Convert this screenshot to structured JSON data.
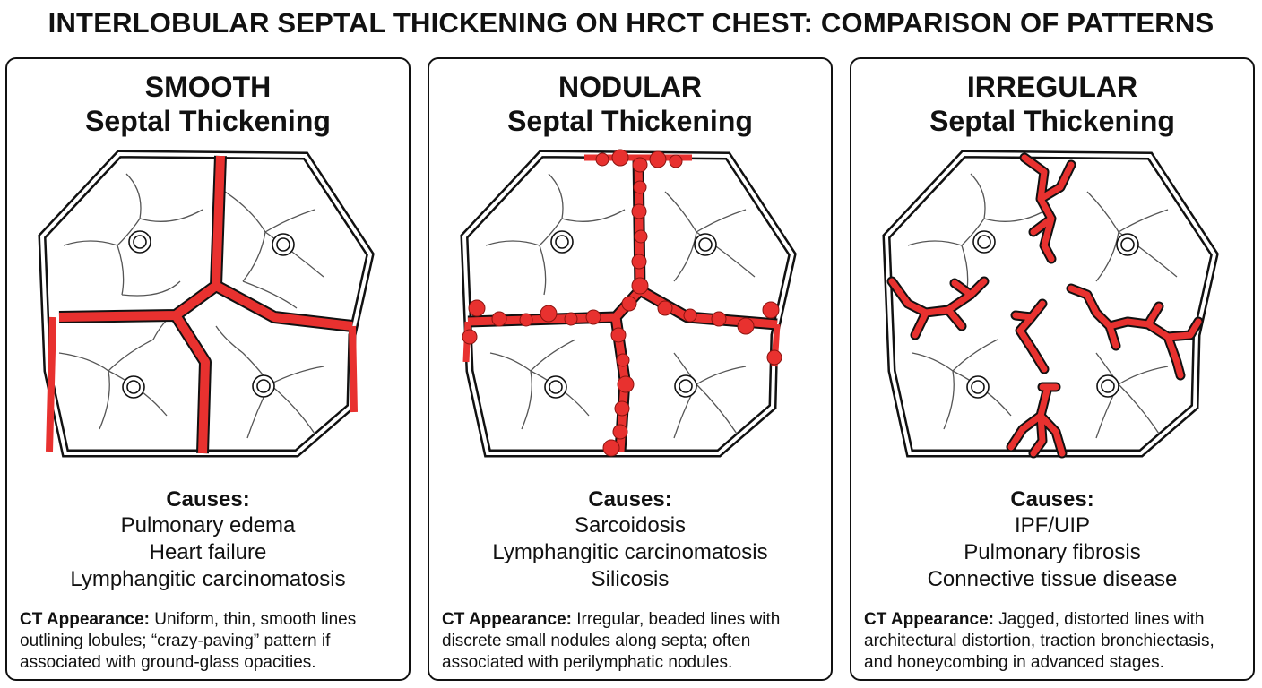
{
  "title": "INTERLOBULAR SEPTAL THICKENING ON HRCT CHEST: COMPARISON OF PATTERNS",
  "accent_color": "#e8312f",
  "panels": [
    {
      "pattern": "SMOOTH",
      "subtitle": "Septal Thickening",
      "causes_heading": "Causes:",
      "causes": [
        "Pulmonary edema",
        "Heart failure",
        "Lymphangitic carcinomatosis"
      ],
      "ct_label": "CT Appearance:",
      "ct_text": "Uniform, thin, smooth lines outlining lobules; “crazy-paving” pattern if associated with ground-glass opacities."
    },
    {
      "pattern": "NODULAR",
      "subtitle": "Septal Thickening",
      "causes_heading": "Causes:",
      "causes": [
        "Sarcoidosis",
        "Lymphangitic carcinomatosis",
        "Silicosis"
      ],
      "ct_label": "CT Appearance:",
      "ct_text": "Irregular, beaded lines with discrete small nodules along septa; often associated with perilymphatic nodules."
    },
    {
      "pattern": "IRREGULAR",
      "subtitle": "Septal Thickening",
      "causes_heading": "Causes:",
      "causes": [
        "IPF/UIP",
        "Pulmonary fibrosis",
        "Connective tissue disease"
      ],
      "ct_label": "CT Appearance:",
      "ct_text": "Jagged, distorted lines with architectural distortion, traction bronchiectasis, and honeycombing in advanced stages."
    }
  ]
}
